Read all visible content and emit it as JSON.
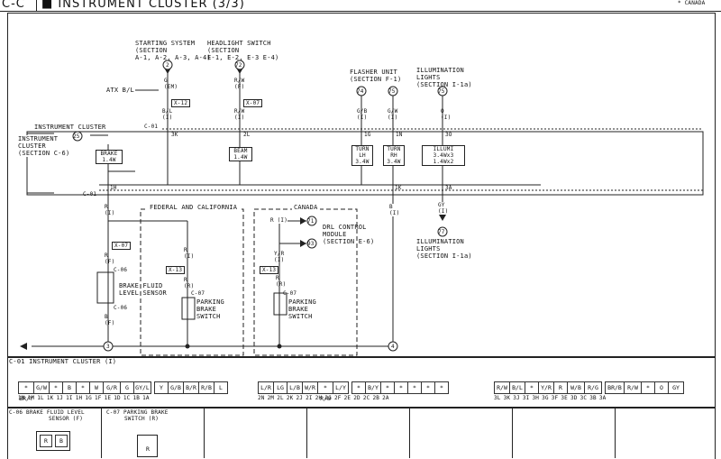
{
  "header": {
    "code": "C-C",
    "title": "■ INSTRUMENT CLUSTER (3/3)",
    "corner_note": "* CANADA"
  },
  "top_labels": {
    "starting_system": [
      "STARTING SYSTEM",
      "(SECTION",
      "A-1, A-2, A-3, A-4)"
    ],
    "headlight_switch": [
      "HEADLIGHT SWITCH",
      "(SECTION",
      "E-1, E-2, E-3 E-4)"
    ],
    "flasher_unit": [
      "FLASHER UNIT",
      "(SECTION F-1)"
    ],
    "illumination_top": [
      "ILLUMINATION",
      "LIGHTS",
      "(SECTION I-1a)"
    ],
    "atx": "ATX B/L",
    "instrument_cluster": "INSTRUMENT CLUSTER",
    "instrument_cluster_ref": [
      "INSTRUMENT",
      "CLUSTER",
      "(SECTION C-6)"
    ]
  },
  "circles": {
    "c2": "2",
    "c72": "72",
    "c74": "74",
    "c75a": "75",
    "c75b": "75",
    "c25": "25",
    "c71": "71",
    "c93": "93",
    "c77": "77",
    "c3": "3",
    "c4": "4"
  },
  "wires": {
    "w_g_em": [
      "G",
      "(EM)"
    ],
    "w_bl_i": [
      "B/L",
      "(I)"
    ],
    "w_rw_f": [
      "R/W",
      "(F)"
    ],
    "w_rw_i": [
      "R/W",
      "(I)"
    ],
    "w_gb": [
      "G/B",
      "(I)"
    ],
    "w_gw": [
      "G/W",
      "(I)"
    ],
    "w_o": [
      "O",
      "(I)"
    ],
    "x12": "X-12",
    "x07": "X-07",
    "pin_3k": "3K",
    "pin_2l": "2L",
    "pin_1g": "1G",
    "pin_1n": "1N",
    "pin_3o": "3O",
    "c01_top": "C-01",
    "c01_bottom": "C-01",
    "pin_1h": "1H",
    "pin_1k": "1K",
    "pin_3a": "3A"
  },
  "internal": {
    "brake": [
      "BRAKE",
      "1.4W"
    ],
    "beam": [
      "BEAM",
      "1.4W"
    ],
    "turn_lh": [
      "TURN",
      "LH",
      "3.4W"
    ],
    "turn_rh": [
      "TURN",
      "RH",
      "3.4W"
    ],
    "illumi": [
      "ILLUMI",
      "3.4Wx3",
      "1.4Wx2"
    ]
  },
  "regions": {
    "federal": "FEDERAL AND CALIFORNIA",
    "canada": "CANADA"
  },
  "lower": {
    "r_i": [
      "R",
      "(I)"
    ],
    "x07b": "X-07",
    "r_f": [
      "R",
      "(F)"
    ],
    "c06_top": "C-06",
    "brake_fluid": [
      "BRAKE FLUID",
      "LEVEL SENSOR"
    ],
    "c06_bot": "C-06",
    "b_f": [
      "B",
      "(F)"
    ],
    "fed_r": [
      "R",
      "(I)"
    ],
    "x13a": "X-13",
    "fed_r2": [
      "R",
      "(R)"
    ],
    "c07a": "C-07",
    "parking_a": [
      "PARKING",
      "BRAKE",
      "SWITCH"
    ],
    "r_i_canada": "R (I)",
    "drl": [
      "DRL CONTROL",
      "MODULE",
      "(SECTION E-6)"
    ],
    "yr": [
      "Y/R",
      "(I)"
    ],
    "x13b": "X-13",
    "can_r": [
      "R",
      "(R)"
    ],
    "c07b": "C-07",
    "parking_b": [
      "PARKING",
      "BRAKE",
      "SWITCH"
    ],
    "b_i": [
      "B",
      "(I)"
    ],
    "gy": [
      "GY",
      "(I)"
    ],
    "illumination_bottom": [
      "ILLUMINATION",
      "LIGHTS",
      "(SECTION I-1a)"
    ]
  },
  "connector_panel": {
    "title": "C-01 INSTRUMENT CLUSTER (I)",
    "row1": [
      "*\nBR/Y",
      "G/W",
      "*",
      "B",
      "*",
      "W",
      "G/R",
      "G",
      "GY/L",
      "Y",
      "G/B",
      "B/R",
      "R/B",
      "L"
    ],
    "row1_pins": [
      "1N",
      "1M",
      "1L",
      "1K",
      "1J",
      "1I",
      "1H",
      "1G",
      "1F",
      "1E",
      "1D",
      "1C",
      "1B",
      "1A"
    ],
    "row2": [
      "L/R",
      "LG",
      "L/B",
      "W/R",
      "*\nR/W",
      "L/Y",
      "*",
      "B/Y",
      "*",
      "*",
      "*",
      "*",
      "*"
    ],
    "row2_pins": [
      "2N",
      "2M",
      "2L",
      "2K",
      "2J",
      "2I",
      "2H",
      "2G",
      "2F",
      "2E",
      "2D",
      "2C",
      "2B",
      "2A"
    ],
    "row3": [
      "R/W",
      "B/L",
      "*",
      "Y/R",
      "R",
      "W/B",
      "R/G",
      "BR/B",
      "R/W",
      "*",
      "O",
      "GY"
    ],
    "row3_pins": [
      "3L",
      "3K",
      "3J",
      "3I",
      "3H",
      "3G",
      "3F",
      "3E",
      "3D",
      "3C",
      "3B",
      "3A"
    ]
  },
  "bottom_panels": {
    "c06_title": [
      "C-06 BRAKE FLUID LEVEL",
      "SENSOR (F)"
    ],
    "c06_pins": [
      "R",
      "B"
    ],
    "c07_title": [
      "C-07 PARKING BRAKE",
      "SWITCH (R)"
    ],
    "c07_pin": "R"
  }
}
